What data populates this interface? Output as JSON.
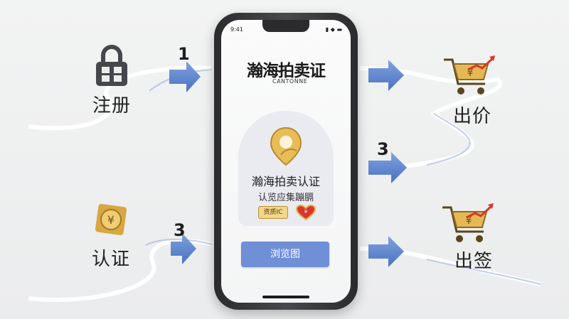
{
  "steps": {
    "register": {
      "label": "注册",
      "number": "1"
    },
    "verify": {
      "label": "认证",
      "number": "3"
    },
    "bid": {
      "label": "出价",
      "number": "3"
    },
    "sign": {
      "label": "出签"
    }
  },
  "phone": {
    "status_time": "9:41",
    "status_icons": "▮ ◆ ▬",
    "app_title": "瀚海拍卖证",
    "app_subtitle": "CANTONNE",
    "card_title": "瀚海拍卖认证",
    "card_subtitle": "认览应集蹦膈",
    "badge_text": "资质IC",
    "browse_button": "浏览图"
  },
  "colors": {
    "arrow": "#5f86cf",
    "button": "#6f8fd6",
    "gold": "#e2b54d",
    "red_line": "#d9362c"
  },
  "icons": {
    "register": "lock-icon",
    "verify": "yuan-coin-icon",
    "bid": "shopping-cart-yuan-icon",
    "sign": "shopping-cart-yuan-icon"
  }
}
